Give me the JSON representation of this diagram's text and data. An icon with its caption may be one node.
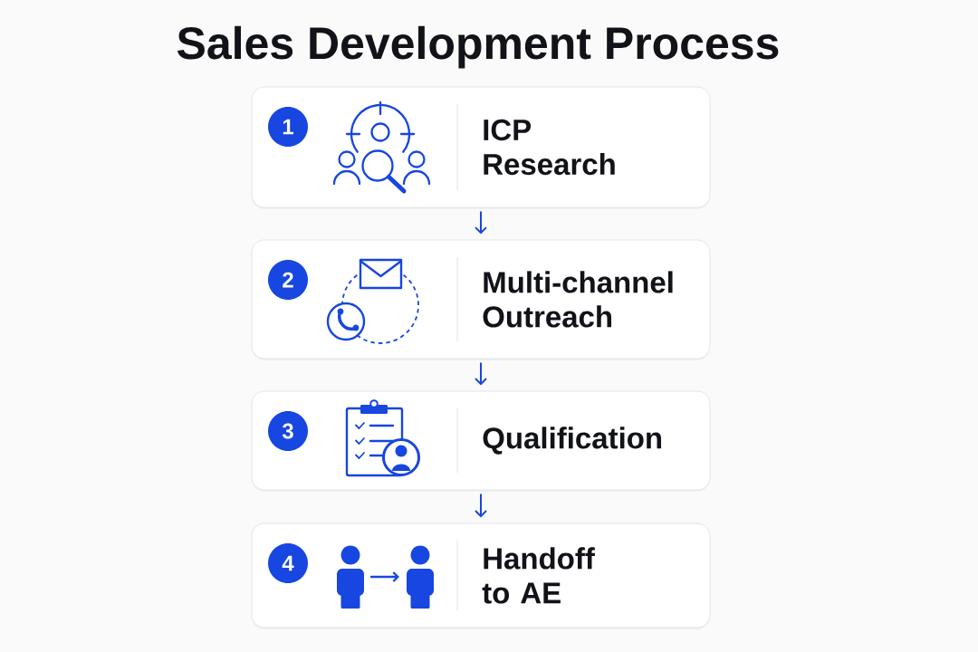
{
  "diagram": {
    "title": "Sales Development Process",
    "nodes": [
      {
        "text": [
          "ICP Research"
        ]
      },
      {
        "text": [
          "1"
        ],
        "in": 0
      },
      {
        "text": [
          "Multi-channel Outreach"
        ]
      },
      {
        "text": [
          "2"
        ],
        "in": 2
      },
      {
        "text": [
          "Qualification"
        ]
      },
      {
        "text": [
          "3"
        ],
        "in": 4
      },
      {
        "text": [
          "Handoff to AE"
        ]
      },
      {
        "text": [
          "4"
        ],
        "in": 6
      }
    ],
    "edges": [
      {
        "from": 0,
        "to": 2,
        "arrow": "to"
      },
      {
        "from": 2,
        "to": 4,
        "arrow": "to"
      },
      {
        "from": 4,
        "to": 6,
        "arrow": "to"
      }
    ]
  }
}
